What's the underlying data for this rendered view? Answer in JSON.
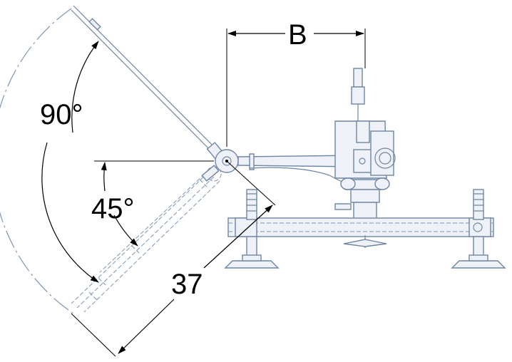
{
  "labels": {
    "angle_90": "90°",
    "angle_45": "45°",
    "length": "37",
    "width": "B"
  },
  "colors": {
    "line": "#000000",
    "part_stroke": "#6f86a3",
    "part_fill": "#eef2f8"
  }
}
